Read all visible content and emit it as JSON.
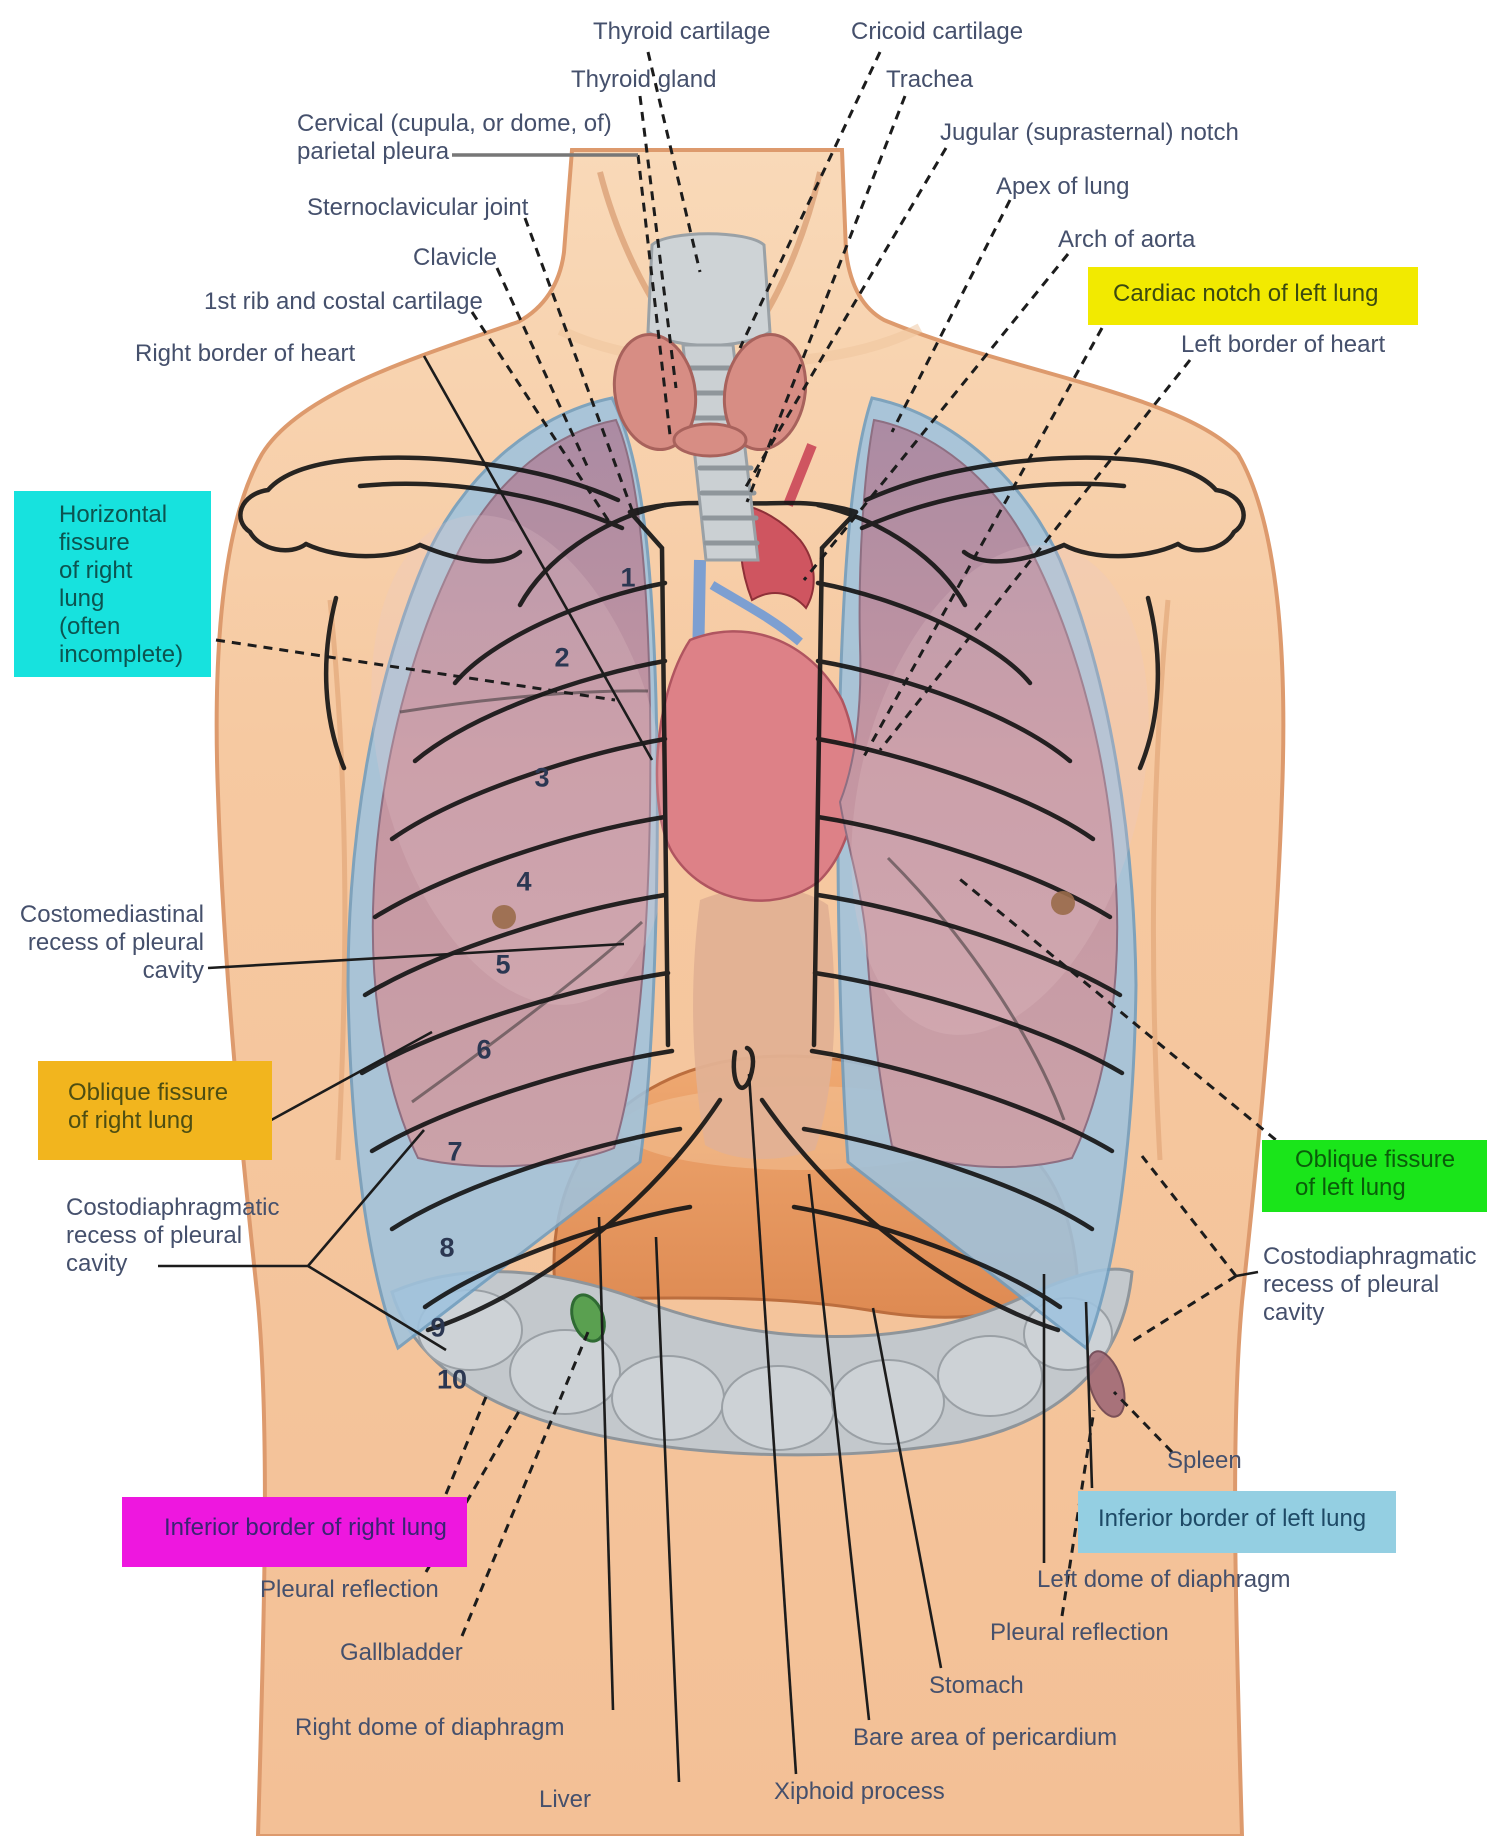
{
  "title": "Topography of the lungs (anterior view) - labeled anatomical diagram",
  "colors": {
    "label_text": "#45506C",
    "leader_line": "#1C1C1C",
    "highlight_yellow": "#F2EA00",
    "highlight_cyan": "#17E2DE",
    "highlight_orange": "#F2B51E",
    "highlight_green": "#1AE51A",
    "highlight_magenta": "#EE17DF",
    "highlight_lightblue": "#94CFE2",
    "skin": "#F6C9A1",
    "lung": "#C295A2",
    "pleura": "#9FC3DE",
    "heart": "#DD8187",
    "aorta": "#CF5560",
    "liver": "#E89A63",
    "colon": "#C3C8CC",
    "gallbladder": "#5AA050"
  },
  "rib_numbers": [
    "1",
    "2",
    "3",
    "4",
    "5",
    "6",
    "7",
    "8",
    "9",
    "10"
  ],
  "labels": {
    "thyroid_cartilage": "Thyroid cartilage",
    "cricoid_cartilage": "Cricoid cartilage",
    "thyroid_gland": "Thyroid gland",
    "trachea": "Trachea",
    "cervical_pleura": "Cervical (cupula, or dome, of)\nparietal pleura",
    "jugular_notch": "Jugular (suprasternal) notch",
    "apex_lung": "Apex of lung",
    "sternoclavicular_joint": "Sternoclavicular joint",
    "arch_aorta": "Arch of aorta",
    "clavicle": "Clavicle",
    "cardiac_notch": "Cardiac notch of left lung",
    "first_rib": "1st rib and costal cartilage",
    "left_border_heart": "Left border of heart",
    "right_border_heart": "Right border of heart",
    "horizontal_fissure": "Horizontal\nfissure\nof right\nlung\n(often\nincomplete)",
    "costomediastinal_recess": "Costomediastinal\nrecess of pleural\ncavity",
    "oblique_fissure_right": "Oblique fissure\nof right lung",
    "costodiaphragmatic_left": "Costodiaphragmatic\nrecess of pleural\ncavity",
    "oblique_fissure_left": "Oblique fissure\nof left lung",
    "costodiaphragmatic_right": "Costodiaphragmatic\nrecess of pleural\ncavity",
    "spleen": "Spleen",
    "inferior_border_left": "Inferior border of left lung",
    "left_dome": "Left dome of diaphragm",
    "pleural_reflection_right": "Pleural reflection",
    "stomach": "Stomach",
    "bare_area": "Bare area of pericardium",
    "xiphoid_process": "Xiphoid process",
    "liver": "Liver",
    "right_dome": "Right dome of diaphragm",
    "gallbladder": "Gallbladder",
    "pleural_reflection_left": "Pleural reflection",
    "inferior_border_right": "Inferior border of right lung"
  }
}
